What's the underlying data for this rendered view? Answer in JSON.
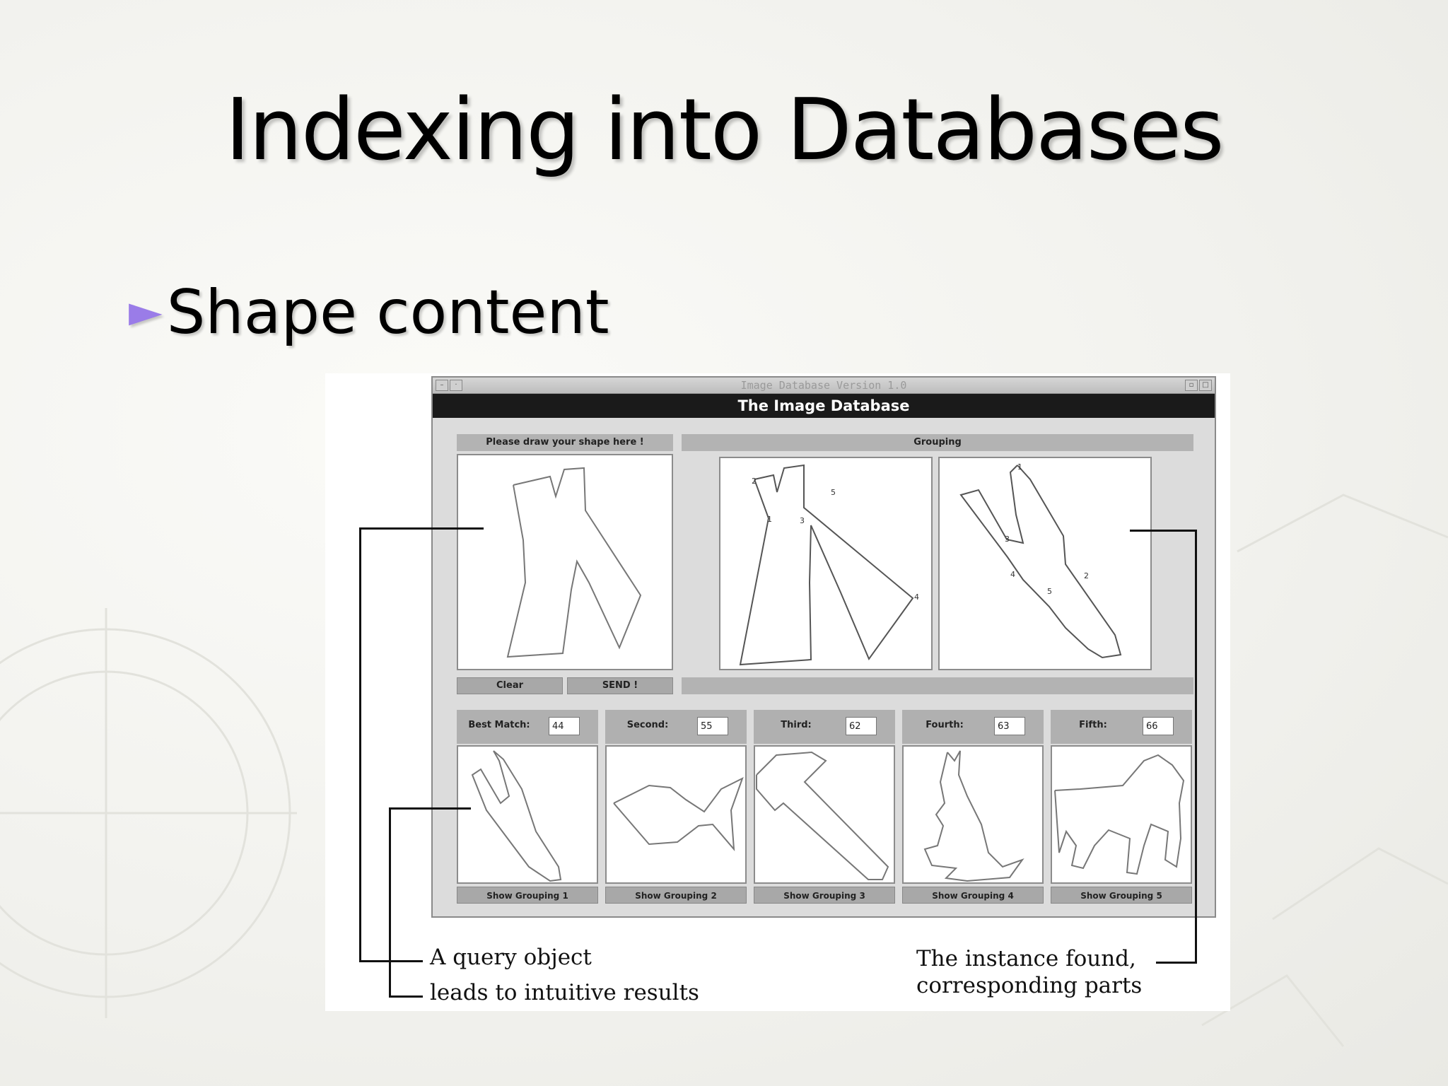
{
  "slide": {
    "title": "Indexing into Databases",
    "bullet": "Shape content"
  },
  "window": {
    "title": "Image Database Version 1.0",
    "header": "The Image Database",
    "draw_label": "Please draw your shape here !",
    "grouping_label": "Grouping",
    "clear_button": "Clear",
    "send_button": "SEND !",
    "matches": [
      {
        "label": "Best Match:",
        "value": "44",
        "button": "Show Grouping 1",
        "icon": "bird-head-shape-icon"
      },
      {
        "label": "Second:",
        "value": "55",
        "button": "Show Grouping 2",
        "icon": "fish-shape-icon"
      },
      {
        "label": "Third:",
        "value": "62",
        "button": "Show Grouping 3",
        "icon": "hammer-shape-icon"
      },
      {
        "label": "Fourth:",
        "value": "63",
        "button": "Show Grouping 4",
        "icon": "kangaroo-shape-icon"
      },
      {
        "label": "Fifth:",
        "value": "66",
        "button": "Show Grouping 5",
        "icon": "horse-shape-icon"
      }
    ]
  },
  "captions": {
    "query_line1": "A query object",
    "query_line2": "leads to intuitive results",
    "instance_line1": "The instance found,",
    "instance_line2": "corresponding parts"
  },
  "colors": {
    "bullet_arrow": "#9a7ce8",
    "header_bar": "#1a1a1a"
  }
}
